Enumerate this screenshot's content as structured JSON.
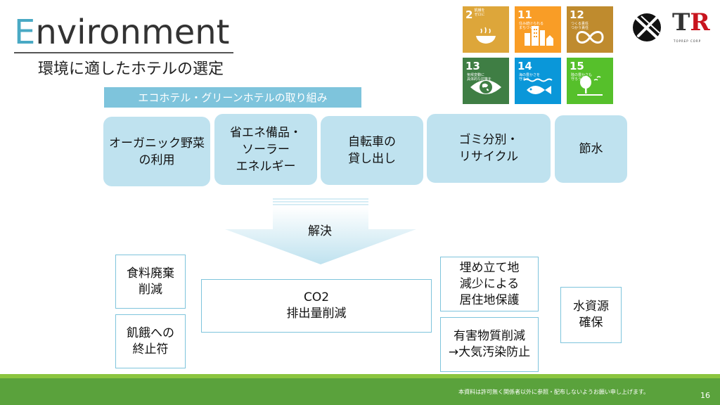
{
  "header": {
    "title_first": "E",
    "title_rest": "nvironment",
    "subtitle": "環境に適したホテルの選定"
  },
  "banner": "エコホテル・グリーンホテルの取り組み",
  "initiatives": [
    "オーガニック野菜\nの利用",
    "省エネ備品・\nソーラー\nエネルギー",
    "自転車の\n貸し出し",
    "ゴミ分別・\nリサイクル",
    "節水"
  ],
  "arrow_label": "解決",
  "results": {
    "food_waste": "食料廃棄\n削減",
    "hunger": "飢餓への\n終止符",
    "co2": "CO2\n排出量削減",
    "landfill": "埋め立て地\n減少による\n居住地保護",
    "hazardous": "有害物質削減\n→大気汚染防止",
    "water": "水資源\n確保"
  },
  "sdgs": [
    {
      "num": "2",
      "label": "飢餓を\nゼロに",
      "color": "#dda63a",
      "icon": "bowl-icon"
    },
    {
      "num": "11",
      "label": "住み続けられる\nまちづくりを",
      "color": "#f99d26",
      "icon": "city-icon"
    },
    {
      "num": "12",
      "label": "つくる責任\nつかう責任",
      "color": "#bf8b2e",
      "icon": "infinity-icon"
    },
    {
      "num": "13",
      "label": "気候変動に\n具体的な対策を",
      "color": "#3f7e44",
      "icon": "eye-globe-icon"
    },
    {
      "num": "14",
      "label": "海の豊かさを\n守ろう",
      "color": "#0a97d9",
      "icon": "fish-icon"
    },
    {
      "num": "15",
      "label": "陸の豊かさも\n守ろう",
      "color": "#56c02b",
      "icon": "tree-icon"
    }
  ],
  "logo": {
    "brand": "TR",
    "brand_sub": "TOPREP CORP"
  },
  "footer": {
    "note": "本資料は許可無く関係者以外に参照・配布しないようお願い申し上げます。",
    "page": "16"
  }
}
